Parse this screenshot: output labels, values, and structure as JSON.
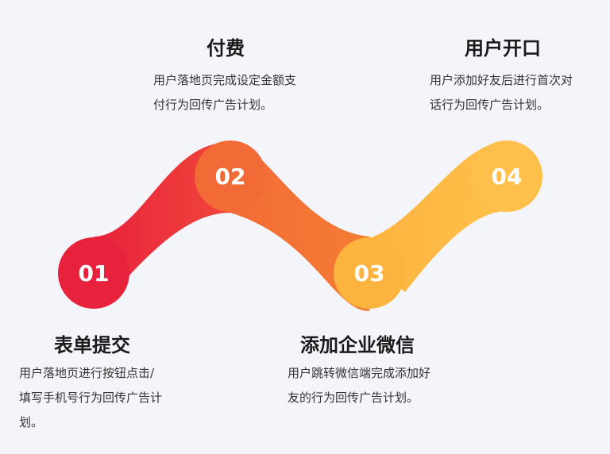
{
  "steps": [
    {
      "number": "01",
      "title": "表单提交",
      "description": "用户落地页进行按钮点击/\n填写手机号行为回传广告计\n划。",
      "color": "#e8223d"
    },
    {
      "number": "02",
      "title": "付费",
      "description": "用户落地页完成设定金额支\n付行为回传广告计划。",
      "color": "#f26b36"
    },
    {
      "number": "03",
      "title": "添加企业微信",
      "description": "用户跳转微信端完成添加好\n友的行为回传广告计划。",
      "color": "#fdb43f"
    },
    {
      "number": "04",
      "title": "用户开口",
      "description": "用户添加好友后进行首次对\n话行为回传广告计划。",
      "color": "#fec04a"
    }
  ]
}
